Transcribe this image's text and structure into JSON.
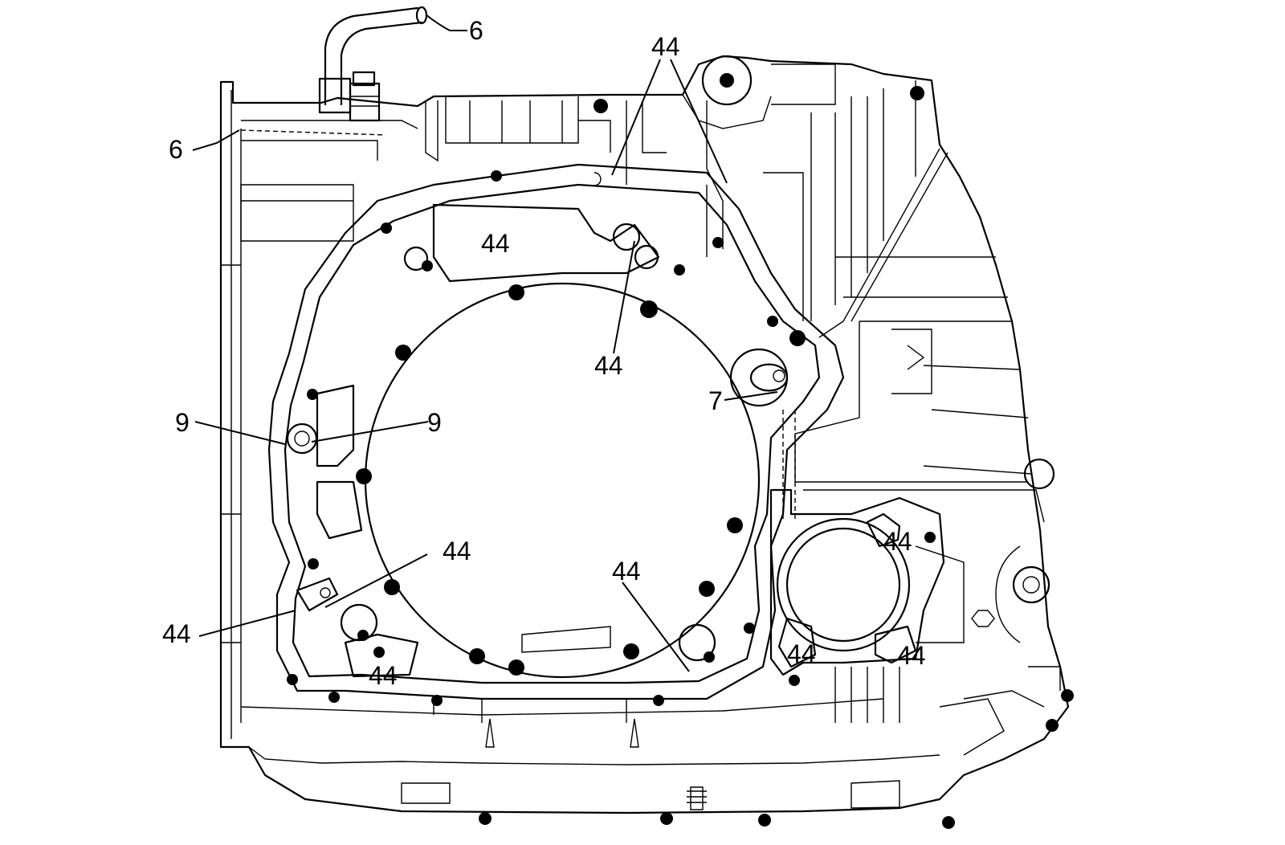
{
  "callouts": {
    "c6_top": "6",
    "c6_left": "6",
    "c44_top": "44",
    "c44_upper_pocket": "44",
    "c44_center": "44",
    "c7": "7",
    "c9_left": "9",
    "c9_right": "9",
    "c44_lower_inner": "44",
    "c44_lower_left": "44",
    "c44_lower_mid": "44",
    "c44_bottom_pocket": "44",
    "c44_right_a": "44",
    "c44_right_b": "44",
    "c44_right_c": "44"
  }
}
